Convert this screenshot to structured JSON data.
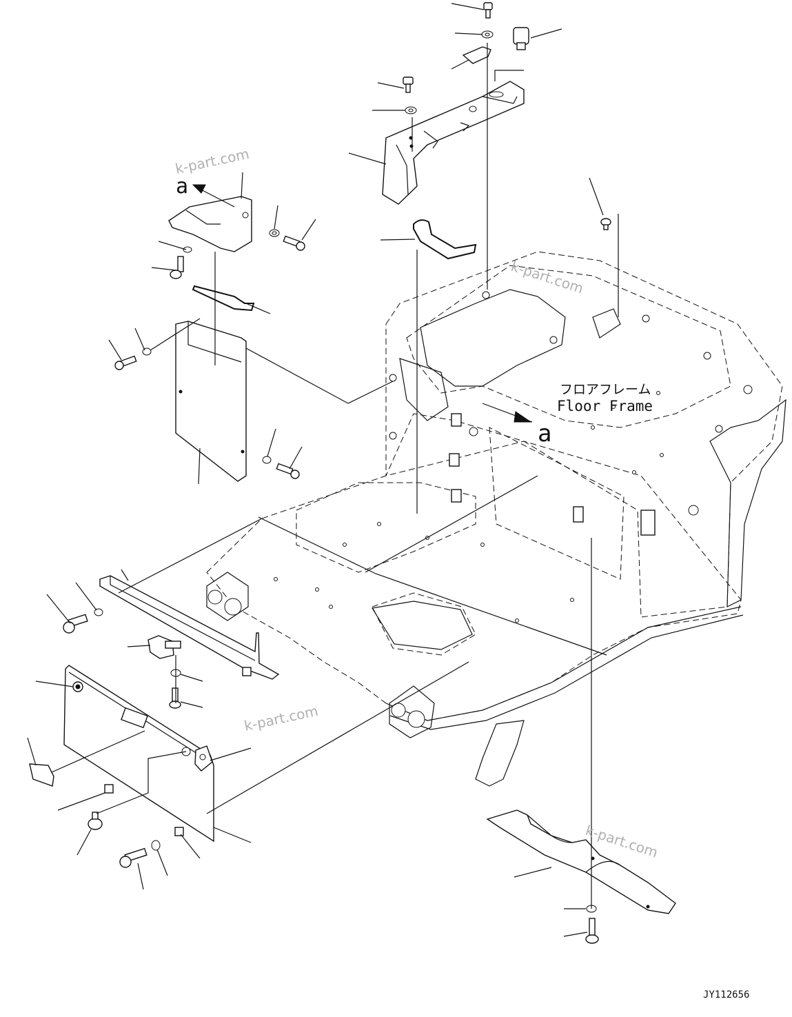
{
  "labels": {
    "floor_frame_jp": "フロアフレーム",
    "floor_frame_en": "Floor Frame",
    "view_marker_top": "a",
    "view_marker_mid": "a",
    "drawing_number": "JY112656"
  },
  "watermarks": [
    "k-part.com",
    "k-part.com",
    "k-part.com",
    "k-part.com"
  ],
  "colors": {
    "line": "#111111",
    "watermark": "#b0b0b0",
    "background": "#ffffff"
  }
}
